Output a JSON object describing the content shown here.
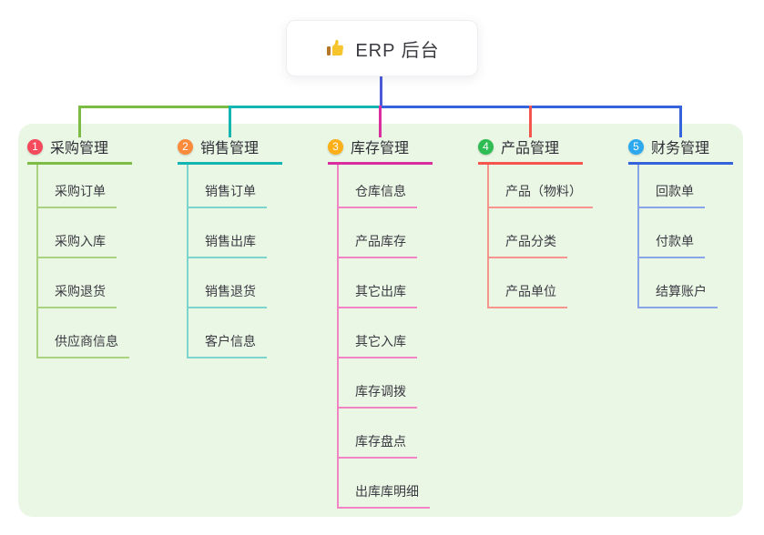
{
  "root": {
    "title": "ERP 后台",
    "icon": "thumbs-up-icon"
  },
  "palette": {
    "page_bg": "#ffffff",
    "panel_bg": "#eaf7e5",
    "root_connector": "#4a5bd8",
    "title_text": "#3a3a40",
    "branch_title_text": "#2e2e36",
    "item_text": "#3a3a42"
  },
  "branches": [
    {
      "index": "1",
      "title": "采购管理",
      "badge_color": "#f5495c",
      "line_color": "#7cbb44",
      "child_line_color": "#a9d37e",
      "items": [
        "采购订单",
        "采购入库",
        "采购退货",
        "供应商信息"
      ]
    },
    {
      "index": "2",
      "title": "销售管理",
      "badge_color": "#fb8a3b",
      "line_color": "#12b5b2",
      "child_line_color": "#7ed4ce",
      "items": [
        "销售订单",
        "销售出库",
        "销售退货",
        "客户信息"
      ]
    },
    {
      "index": "3",
      "title": "库存管理",
      "badge_color": "#fcaf17",
      "line_color": "#da2e9e",
      "child_line_color": "#f283c4",
      "items": [
        "仓库信息",
        "产品库存",
        "其它出库",
        "其它入库",
        "库存调拨",
        "库存盘点",
        "出库库明细"
      ]
    },
    {
      "index": "4",
      "title": "产品管理",
      "badge_color": "#2ebd52",
      "line_color": "#f4554e",
      "child_line_color": "#f9938d",
      "items": [
        "产品（物料）",
        "产品分类",
        "产品单位"
      ]
    },
    {
      "index": "5",
      "title": "财务管理",
      "badge_color": "#2ba8ee",
      "line_color": "#3563dc",
      "child_line_color": "#8aa4e8",
      "items": [
        "回款单",
        "付款单",
        "结算账户"
      ]
    }
  ]
}
